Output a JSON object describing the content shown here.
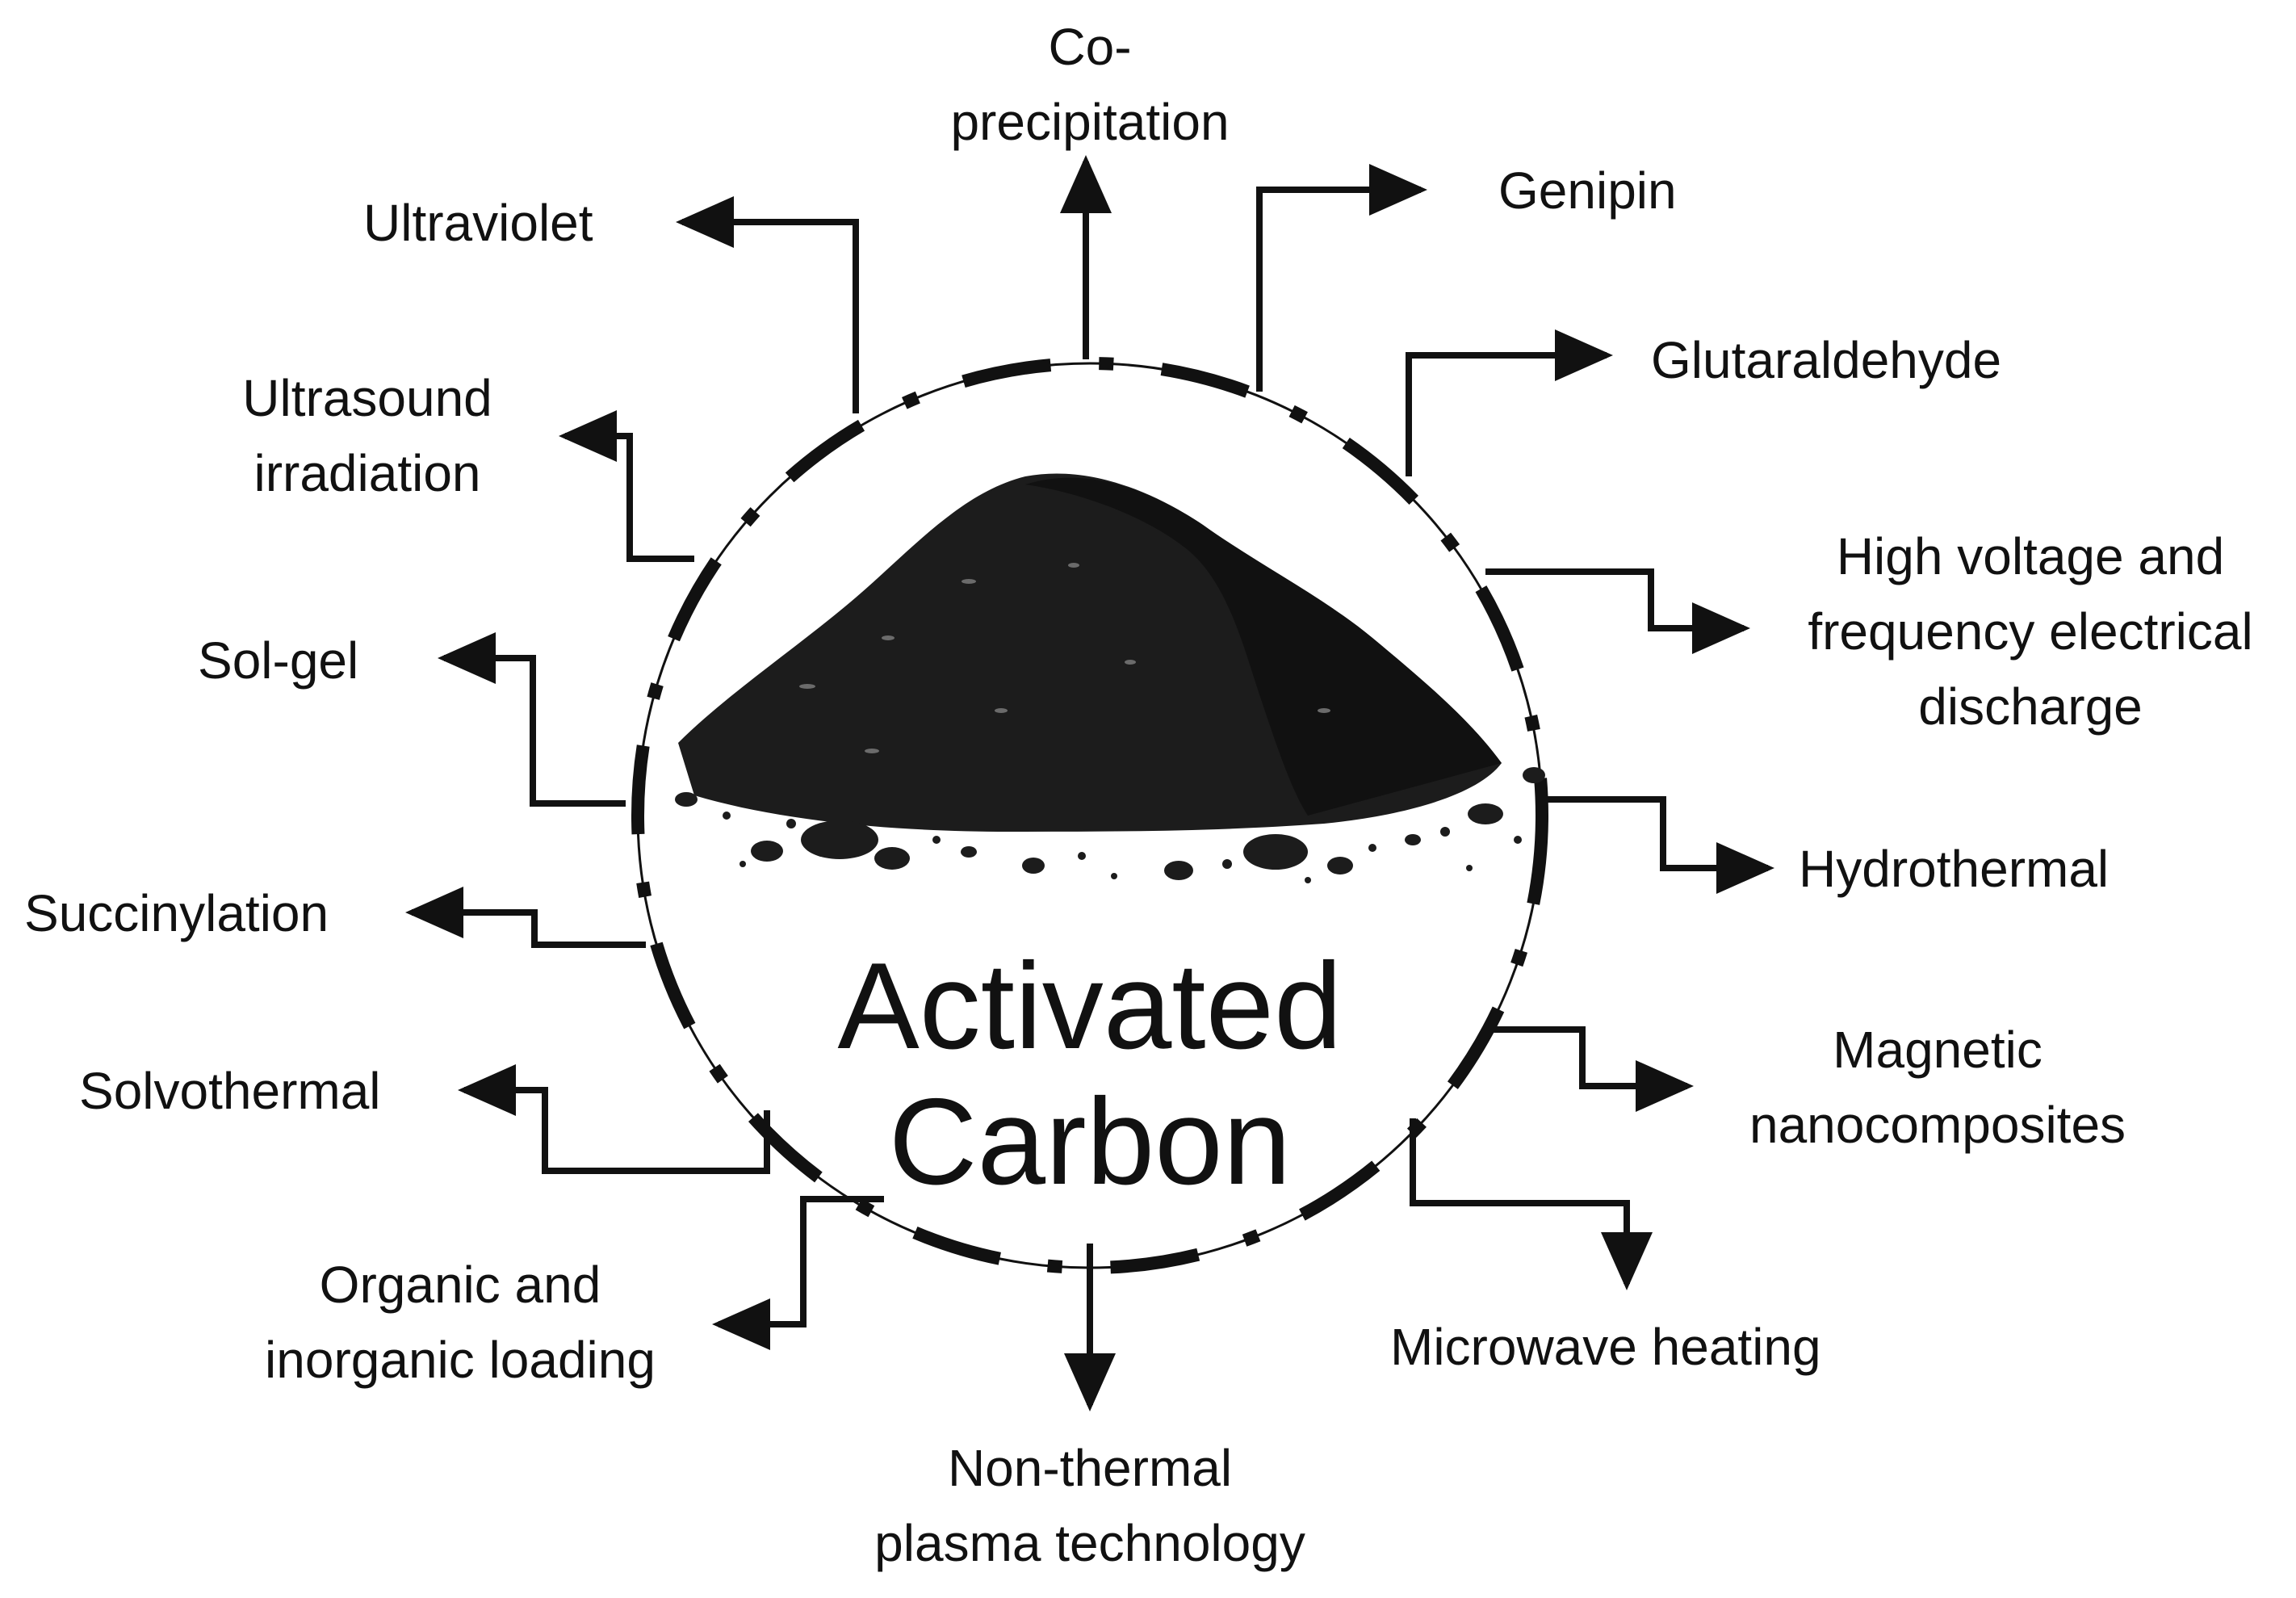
{
  "center": {
    "line1": "Activated",
    "line2": "Carbon"
  },
  "methods": {
    "co_precipitation": {
      "line1": "Co-",
      "line2": "precipitation"
    },
    "genipin": "Genipin",
    "glutaraldehyde": "Glutaraldehyde",
    "high_voltage": {
      "line1": "High voltage and",
      "line2": "frequency electrical",
      "line3": "discharge"
    },
    "hydrothermal": "Hydrothermal",
    "magnetic": {
      "line1": "Magnetic",
      "line2": "nanocomposites"
    },
    "microwave": "Microwave heating",
    "non_thermal": {
      "line1": "Non-thermal",
      "line2": "plasma technology"
    },
    "organic": {
      "line1": "Organic and",
      "line2": "inorganic loading"
    },
    "solvothermal": "Solvothermal",
    "succinylation": "Succinylation",
    "sol_gel": "Sol-gel",
    "ultrasound": {
      "line1": "Ultrasound",
      "line2": "irradiation"
    },
    "ultraviolet": "Ultraviolet"
  },
  "colors": {
    "ink": "#111111",
    "pile": "#1c1c1c",
    "background": "#ffffff"
  }
}
